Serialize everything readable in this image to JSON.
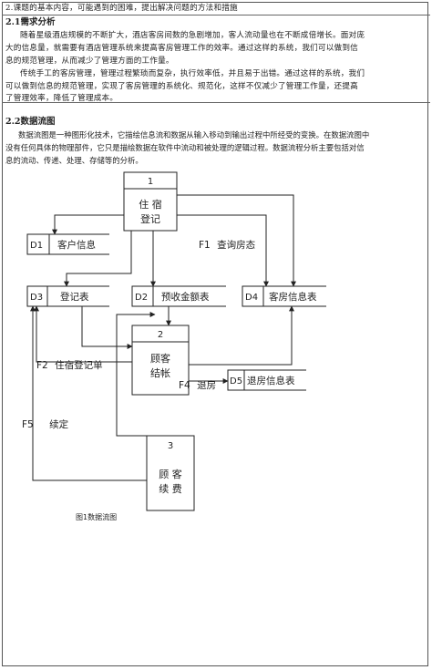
{
  "section_header": "2.课题的基本内容，可能遇到的困难，提出解决问题的方法和措施",
  "s21": {
    "heading": "2.1需求分析",
    "lines": [
      "随着星级酒店规模的不断扩大，酒店客房间数的急剧增加，客人流动量也在不断成倍增长。面对庞",
      "大的信息量，就需要有酒店管理系统来提高客房管理工作的效率。通过这样的系统，我们可以做到信",
      "息的规范管理，从而减少了管理方面的工作量。",
      "传统手工的客房管理，管理过程繁琐而复杂，执行效率低，并且易于出错。通过这样的系统，我们",
      "可以做到信息的规范管理，实现了客房管理的系统化、规范化，这样不仅减少了管理工作量，还提高",
      "了管理效率，降低了管理成本。"
    ]
  },
  "s22": {
    "heading": "2.2数据流图",
    "lines": [
      "数据流图是一种图形化技术，它描绘信息流和数据从输入移动到输出过程中所经受的变换。在数据流图中",
      "没有任何具体的物理部件，它只是描绘数据在软件中流动和被处理的逻辑过程。数据流程分析主要包括对信",
      "息的流动、传递、处理、存储等的分析。"
    ]
  },
  "diagram": {
    "processes": [
      {
        "num": "1",
        "line1": "住 宿",
        "line2": "登记"
      },
      {
        "num": "2",
        "line1": "顾客",
        "line2": "结帐"
      },
      {
        "num": "3",
        "line1": "顾 客",
        "line2": "续 费"
      }
    ],
    "stores": [
      {
        "id": "D1",
        "name": "客户信息"
      },
      {
        "id": "D3",
        "name": "登记表"
      },
      {
        "id": "D2",
        "name": "预收金额表"
      },
      {
        "id": "D4",
        "name": "客房信息表"
      },
      {
        "id": "D5",
        "name": "退房信息表"
      }
    ],
    "flows": [
      {
        "id": "F1",
        "name": "查询房态"
      },
      {
        "id": "F2",
        "name": "住宿登记单"
      },
      {
        "id": "F4",
        "name": "退房"
      },
      {
        "id": "F5",
        "name": "续定"
      }
    ],
    "caption": "图1数据流图"
  }
}
